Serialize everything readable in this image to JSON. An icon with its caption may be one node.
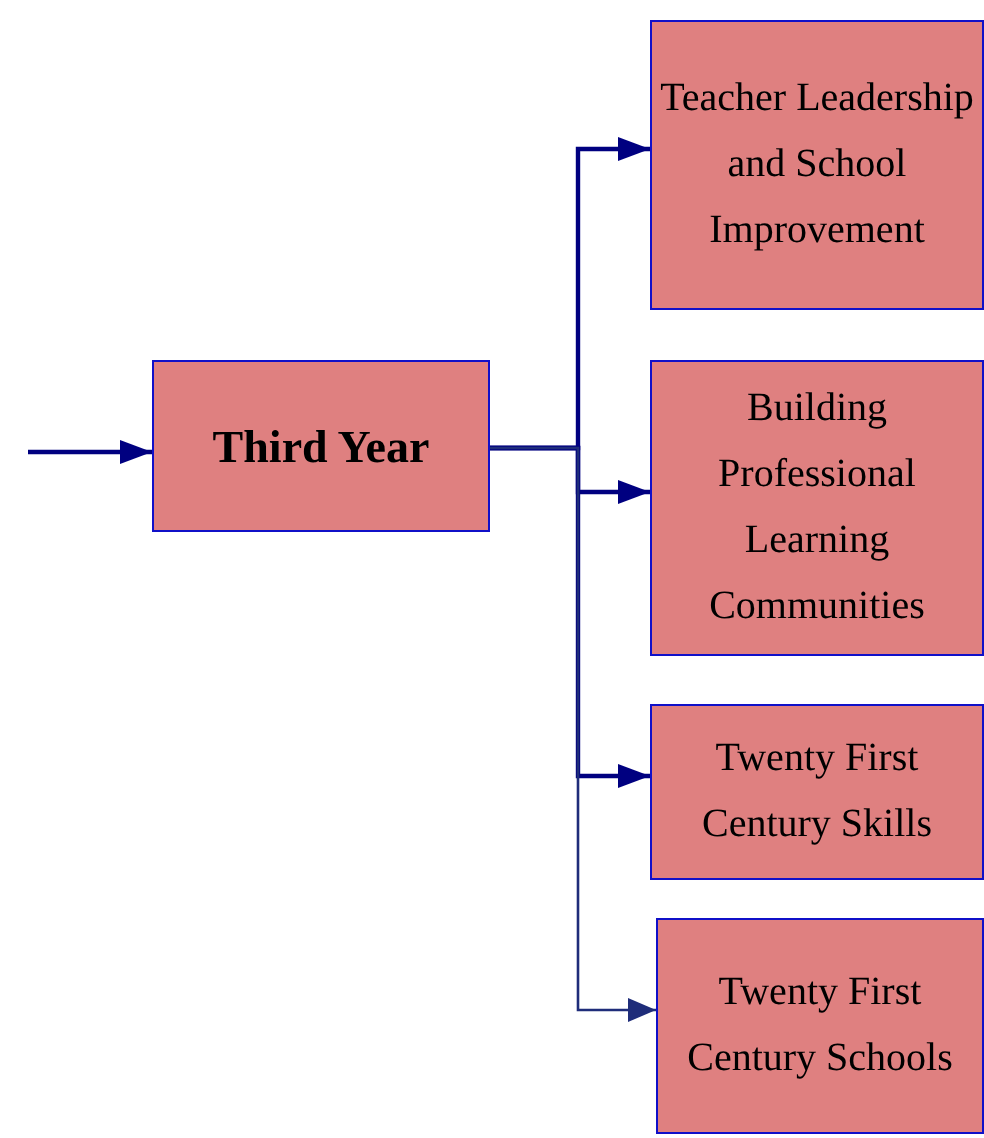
{
  "diagram": {
    "nodes": [
      {
        "text": [
          "Third Year"
        ]
      },
      {
        "text": [
          "Teacher Leadership and School Improvement"
        ]
      },
      {
        "text": [
          "Building Professional Learning Communities"
        ]
      },
      {
        "text": [
          "Twenty First Century Skills"
        ]
      },
      {
        "text": [
          "Twenty First Century Schools"
        ]
      }
    ],
    "edges": [
      {
        "from": null,
        "to": 0,
        "arrow": "to"
      },
      {
        "from": 0,
        "to": 1,
        "arrow": "to"
      },
      {
        "from": 0,
        "to": 2,
        "arrow": "to"
      },
      {
        "from": 0,
        "to": 3,
        "arrow": "to"
      },
      {
        "from": 0,
        "to": 4,
        "arrow": "to",
        "color": "#1f2d7a"
      }
    ]
  }
}
